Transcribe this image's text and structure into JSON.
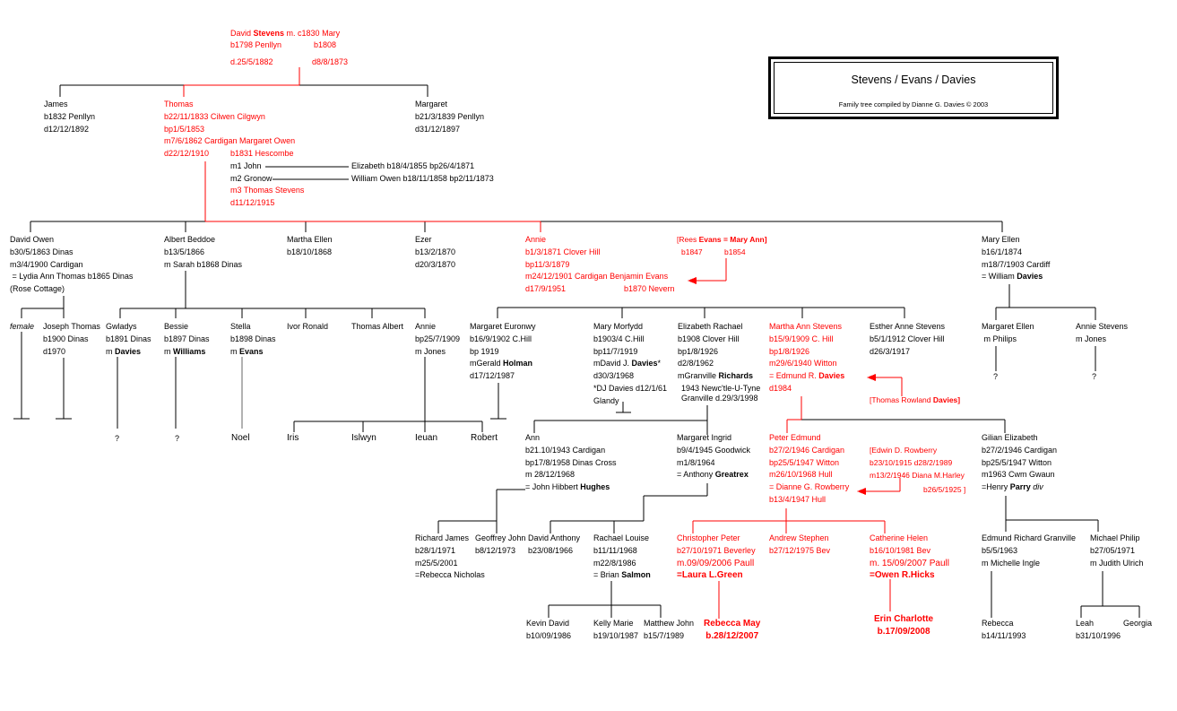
{
  "title": {
    "main": "Stevens / Evans / Davies",
    "subtitle": "Family tree compiled by Dianne G. Davies ©  2003"
  },
  "colors": {
    "line_of_descent": "#ff0000",
    "other": "#000000"
  },
  "blocks": {
    "david_head": [
      [
        {
          "t": "David "
        },
        {
          "t": "Stevens",
          "b": 1
        },
        {
          "t": " m. c1830 Mary"
        }
      ]
    ],
    "david_b": [
      "b1798 Penllyn"
    ],
    "mary_b": [
      "b1808"
    ],
    "david_d": [
      "d.25/5/1882"
    ],
    "mary_d": [
      "d8/8/1873"
    ],
    "james": [
      "James",
      "b1832 Penllyn",
      "d12/12/1892"
    ],
    "thomas": [
      "Thomas",
      "b22/11/1833 Cilwen Cilgwyn",
      "bp1/5/1853",
      "m7/6/1862 Cardigan Margaret Owen",
      "d22/12/1910"
    ],
    "margaret_owen": [
      "b1831 Hescombe"
    ],
    "margaret_owen_m": [
      "m1 John",
      "m2 Gronow"
    ],
    "margaret_owen_m3": [
      "m3 Thomas Stevens",
      "d11/12/1915"
    ],
    "owen_children": [
      "Elizabeth b18/4/1855 bp26/4/1871",
      "William Owen b18/11/1858 bp2/11/1873"
    ],
    "margaret": [
      "Margaret",
      "b21/3/1839 Penllyn",
      "d31/12/1897"
    ],
    "david_owen": [
      "David Owen",
      "b30/5/1863 Dinas",
      "m3/4/1900 Cardigan",
      " = Lydia Ann Thomas b1865 Dinas",
      "(Rose Cottage)"
    ],
    "albert": [
      "Albert Beddoe",
      "b13/5/1866",
      "m Sarah b1868 Dinas"
    ],
    "martha_ellen": [
      "Martha Ellen",
      "b18/10/1868"
    ],
    "ezer": [
      "Ezer",
      "b13/2/1870",
      "d20/3/1870"
    ],
    "annie": [
      "Annie",
      "b1/3/1871 Clover Hill",
      "bp11/3/1879",
      "m24/12/1901 Cardigan Benjamin Evans",
      "d17/9/1951"
    ],
    "benjamin": [
      "b1870 Nevern"
    ],
    "rees": [
      [
        {
          "t": "[Rees "
        },
        {
          "t": "Evans = Mary Ann]",
          "b": 1
        }
      ]
    ],
    "rees_b": [
      "b1847"
    ],
    "mary_ann_b": [
      "b1854"
    ],
    "mary_ellen": [
      "Mary Ellen",
      "b16/1/1874",
      "m18/7/1903 Cardiff",
      [
        {
          "t": "= William "
        },
        {
          "t": "Davies",
          "b": 1
        }
      ]
    ],
    "female": [
      [
        {
          "t": "female",
          "i": 1
        }
      ]
    ],
    "joseph": [
      "Joseph Thomas",
      "b1900 Dinas",
      "d1970"
    ],
    "gwladys": [
      "Gwladys",
      "b1891 Dinas",
      [
        {
          "t": "m "
        },
        {
          "t": "Davies",
          "b": 1
        }
      ]
    ],
    "bessie": [
      "Bessie",
      "b1897 Dinas",
      [
        {
          "t": "m "
        },
        {
          "t": "Williams",
          "b": 1
        }
      ]
    ],
    "stella": [
      "Stella",
      "b1898 Dinas",
      [
        {
          "t": "m "
        },
        {
          "t": "Evans",
          "b": 1
        }
      ]
    ],
    "ivor": [
      "Ivor Ronald"
    ],
    "thomas_albert": [
      "Thomas Albert"
    ],
    "annie_jones": [
      "Annie",
      "bp25/7/1909",
      "m Jones"
    ],
    "margaret_euronwy": [
      "Margaret Euronwy",
      "b16/9/1902 C.Hill",
      "bp 1919",
      [
        {
          "t": "mGerald "
        },
        {
          "t": "Holman",
          "b": 1
        }
      ],
      "d17/12/1987"
    ],
    "mary_morfydd": [
      "Mary Morfydd",
      "b1903/4 C.Hill",
      "bp11/7/1919",
      [
        {
          "t": "mDavid J. "
        },
        {
          "t": "Davies",
          "b": 1
        },
        {
          "t": "*"
        }
      ],
      "d30/3/1968",
      "*DJ Davies d12/1/61",
      "Glandy"
    ],
    "elizabeth_rachael": [
      "Elizabeth Rachael",
      "b1908 Clover Hill",
      "bp1/8/1926",
      "d2/8/1962",
      [
        {
          "t": "mGranville "
        },
        {
          "t": "Richards",
          "b": 1
        }
      ]
    ],
    "granville_note": [
      "1943 Newc'tle-U-Tyne",
      "Granville d.29/3/1998"
    ],
    "martha_ann": [
      "Martha Ann Stevens",
      "b15/9/1909 C. Hill",
      "bp1/8/1926",
      "m29/6/1940 Witton",
      [
        {
          "t": "= Edmund R. "
        },
        {
          "t": "Davies",
          "b": 1
        }
      ],
      "d1984"
    ],
    "esther": [
      "Esther Anne Stevens",
      "b5/1/1912 Clover Hill",
      "d26/3/1917"
    ],
    "margaret_ellen": [
      "Margaret Ellen",
      " m Philips"
    ],
    "annie_stevens": [
      "Annie Stevens",
      "m Jones"
    ],
    "q_gwladys": [
      "?"
    ],
    "q_bessie": [
      "?"
    ],
    "noel": [
      "Noel"
    ],
    "q_philips": [
      "?"
    ],
    "q_jones": [
      "?"
    ],
    "iris": [
      "Iris"
    ],
    "islwyn": [
      "Islwyn"
    ],
    "ieuan": [
      "Ieuan"
    ],
    "robert": [
      "Robert"
    ],
    "thomas_rowland": [
      [
        {
          "t": "[Thomas Rowland "
        },
        {
          "t": "Davies]",
          "b": 1
        }
      ]
    ],
    "ann": [
      "Ann",
      "b21.10/1943 Cardigan",
      "bp17/8/1958 Dinas Cross",
      "m 28/12/1968",
      [
        {
          "t": "= John Hibbert "
        },
        {
          "t": "Hughes",
          "b": 1
        }
      ]
    ],
    "margaret_ingrid": [
      "Margaret Ingrid",
      "b9/4/1945 Goodwick",
      "m1/8/1964",
      [
        {
          "t": "= Anthony "
        },
        {
          "t": "Greatrex",
          "b": 1
        }
      ]
    ],
    "peter_edmund": [
      "Peter Edmund",
      "b27/2/1946 Cardigan",
      "bp25/5/1947 Witton",
      "m26/10/1968 Hull",
      "= Dianne G. Rowberry",
      "b13/4/1947 Hull"
    ],
    "edwin": [
      "[Edwin D. Rowberry",
      "b23/10/1915 d28/2/1989",
      "m13/2/1946 Diana M.Harley"
    ],
    "diana_b": [
      "b26/5/1925 ]"
    ],
    "gillian": [
      "Gilian Elizabeth",
      "b27/2/1946 Cardigan",
      "bp25/5/1947 Witton",
      "m1963 Cwm Gwaun",
      [
        {
          "t": "=Henry "
        },
        {
          "t": "Parry",
          "b": 1
        },
        {
          "t": " div",
          "i": 1
        }
      ]
    ],
    "richard_james": [
      "Richard James",
      "b28/1/1971",
      "m25/5/2001",
      "=Rebecca Nicholas"
    ],
    "geoffrey": [
      "Geoffrey John",
      "b8/12/1973"
    ],
    "david_anthony": [
      "David Anthony",
      "b23/08/1966"
    ],
    "rachael_louise": [
      "Rachael Louise",
      "b11/11/1968",
      "m22/8/1986",
      [
        {
          "t": "= Brian "
        },
        {
          "t": "Salmon",
          "b": 1
        }
      ]
    ],
    "christopher": [
      "Christopher Peter",
      "b27/10/1971 Beverley",
      [
        {
          "t": "m.09/09/2006 Paull",
          "big": 1
        }
      ],
      [
        {
          "t": "=Laura L.Green",
          "big": 1,
          "b": 1
        }
      ]
    ],
    "andrew": [
      "Andrew Stephen",
      "b27/12/1975 Bev"
    ],
    "catherine": [
      "Catherine Helen",
      "b16/10/1981 Bev",
      [
        {
          "t": "m. 15/09/2007 Paull",
          "big": 1
        }
      ],
      [
        {
          "t": "=Owen R.",
          "big": 1,
          "b": 1
        },
        {
          "t": "Hicks",
          "big": 1,
          "b": 1
        }
      ]
    ],
    "edmund_granville": [
      "Edmund Richard Granville",
      "b5/5/1963",
      "m Michelle Ingle"
    ],
    "michael": [
      "Michael Philip",
      "b27/05/1971",
      "m Judith Ulrich"
    ],
    "kevin": [
      "Kevin David",
      "b10/09/1986"
    ],
    "kelly": [
      "Kelly Marie",
      "b19/10/1987"
    ],
    "matthew": [
      "Matthew John",
      "b15/7/1989"
    ],
    "rebecca_may": [
      [
        {
          "t": "Rebecca May",
          "big": 1,
          "b": 1
        }
      ],
      [
        {
          "t": "b.28/12/2007",
          "big": 1,
          "b": 1
        }
      ]
    ],
    "erin": [
      [
        {
          "t": "Erin Charlotte",
          "big": 1,
          "b": 1
        }
      ],
      [
        {
          "t": "b.17/09/2008",
          "big": 1,
          "b": 1
        }
      ]
    ],
    "rebecca": [
      "Rebecca",
      "b14/11/1993"
    ],
    "leah": [
      "Leah",
      "b31/10/1996"
    ],
    "georgia": [
      "Georgia"
    ]
  }
}
